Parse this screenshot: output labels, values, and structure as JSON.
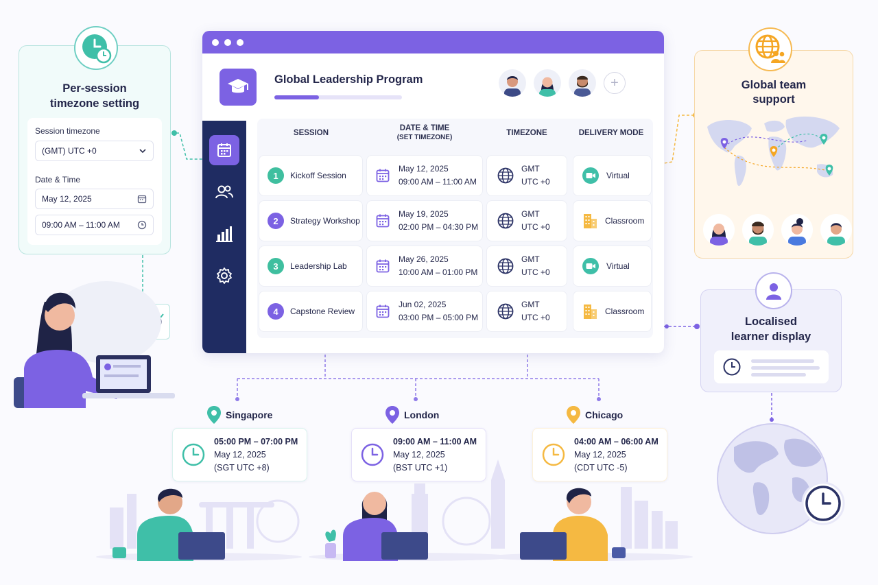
{
  "timezone_card": {
    "title_line1": "Per-session",
    "title_line2": "timezone setting",
    "session_tz_label": "Session timezone",
    "session_tz_value": "(GMT) UTC +0",
    "datetime_label": "Date & Time",
    "date_value": "May 12, 2025",
    "time_value": "09:00 AM – 11:00 AM"
  },
  "window": {
    "program_title": "Global Leadership Program",
    "progress_fraction": 0.35,
    "sidebar": [
      "calendar-icon",
      "users-icon",
      "bar-chart-icon",
      "settings-icon"
    ],
    "table": {
      "headers": {
        "session": "SESSION",
        "datetime_line1": "DATE & TIME",
        "datetime_line2": "(SET TIMEZONE)",
        "timezone": "TIMEZONE",
        "delivery": "DELIVERY MODE"
      },
      "rows": [
        {
          "num": "1",
          "session": "Kickoff Session",
          "date": "May 12, 2025",
          "time": "09:00 AM – 11:00 AM",
          "tz": "GMT",
          "offset": "UTC +0",
          "mode": "Virtual",
          "color": "#3fbf9f"
        },
        {
          "num": "2",
          "session": "Strategy Workshop",
          "date": "May 19, 2025",
          "time": "02:00 PM – 04:30 PM",
          "tz": "GMT",
          "offset": "UTC +0",
          "mode": "Classroom",
          "color": "#7c62e3"
        },
        {
          "num": "3",
          "session": "Leadership Lab",
          "date": "May 26, 2025",
          "time": "10:00 AM – 01:00 PM",
          "tz": "GMT",
          "offset": "UTC +0",
          "mode": "Virtual",
          "color": "#3fbf9f"
        },
        {
          "num": "4",
          "session": "Capstone Review",
          "date": "Jun 02, 2025",
          "time": "03:00 PM – 05:00 PM",
          "tz": "GMT",
          "offset": "UTC +0",
          "mode": "Classroom",
          "color": "#7c62e3"
        }
      ]
    }
  },
  "global_card": {
    "title_line1": "Global team",
    "title_line2": "support"
  },
  "localised_card": {
    "title_line1": "Localised",
    "title_line2": "learner display"
  },
  "cities": [
    {
      "name": "Singapore",
      "time": "05:00 PM – 07:00 PM",
      "date": "May 12, 2025",
      "zone": "(SGT UTC +8)",
      "color": "#3fbfa8"
    },
    {
      "name": "London",
      "time": "09:00 AM – 11:00 AM",
      "date": "May 12, 2025",
      "zone": "(BST UTC +1)",
      "color": "#7c62e3"
    },
    {
      "name": "Chicago",
      "time": "04:00 AM – 06:00 AM",
      "date": "May 12, 2025",
      "zone": "(CDT UTC -5)",
      "color": "#f5b942"
    }
  ]
}
